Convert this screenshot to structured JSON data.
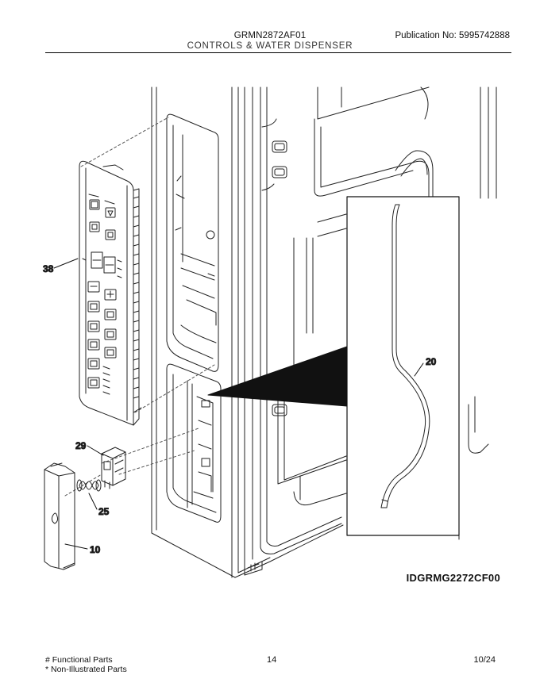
{
  "header": {
    "model": "GRMN2872AF01",
    "publication": "Publication No:  5995742888",
    "section": "CONTROLS & WATER DISPENSER"
  },
  "callouts": [
    {
      "id": "38",
      "label": "38"
    },
    {
      "id": "29",
      "label": "29"
    },
    {
      "id": "25",
      "label": "25"
    },
    {
      "id": "10",
      "label": "10"
    },
    {
      "id": "20",
      "label": "20"
    }
  ],
  "figure_id": "IDGRMG2272CF00",
  "footer": {
    "functional": "# Functional Parts",
    "non_illustrated": "* Non-Illustrated Parts",
    "page": "14",
    "revision": "10/24"
  }
}
